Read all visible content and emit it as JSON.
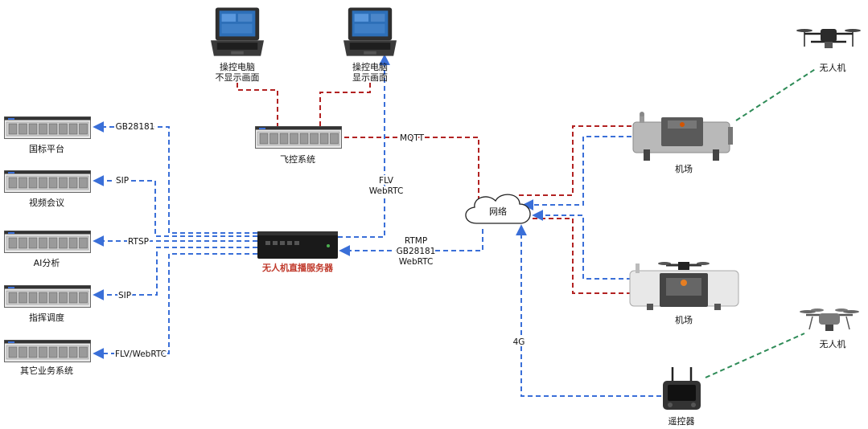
{
  "servers": [
    {
      "label": "国标平台"
    },
    {
      "label": "视频会议"
    },
    {
      "label": "AI分析"
    },
    {
      "label": "指挥调度"
    },
    {
      "label": "其它业务系统"
    }
  ],
  "server_links": {
    "gb28181": "GB28181",
    "sip_1": "SIP",
    "rtsp": "RTSP",
    "sip_2": "SIP",
    "flv_webrtc": "FLV/WebRTC"
  },
  "laptops": [
    {
      "line1": "操控电脑",
      "line2": "不显示画面"
    },
    {
      "line1": "操控电脑",
      "line2": "显示画面"
    }
  ],
  "flight_control": {
    "label": "飞控系统"
  },
  "live_server": {
    "label": "无人机直播服务器"
  },
  "network": {
    "label": "网络"
  },
  "protocols": {
    "mqtt": "MQTT",
    "flv_line1": "FLV",
    "flv_line2": "WebRTC",
    "rtmp_line1": "RTMP",
    "rtmp_line2": "GB28181",
    "rtmp_line3": "WebRTC",
    "g4": "4G"
  },
  "docks": [
    {
      "label": "机场"
    },
    {
      "label": "机场"
    }
  ],
  "drones": [
    {
      "label": "无人机"
    },
    {
      "label": "无人机"
    }
  ],
  "remote": {
    "label": "遥控器"
  },
  "colors": {
    "control_line": "#b22222",
    "video_line": "#3a6fd8",
    "wireless_line": "#2e8b57",
    "live_server_label": "#c0392b"
  }
}
